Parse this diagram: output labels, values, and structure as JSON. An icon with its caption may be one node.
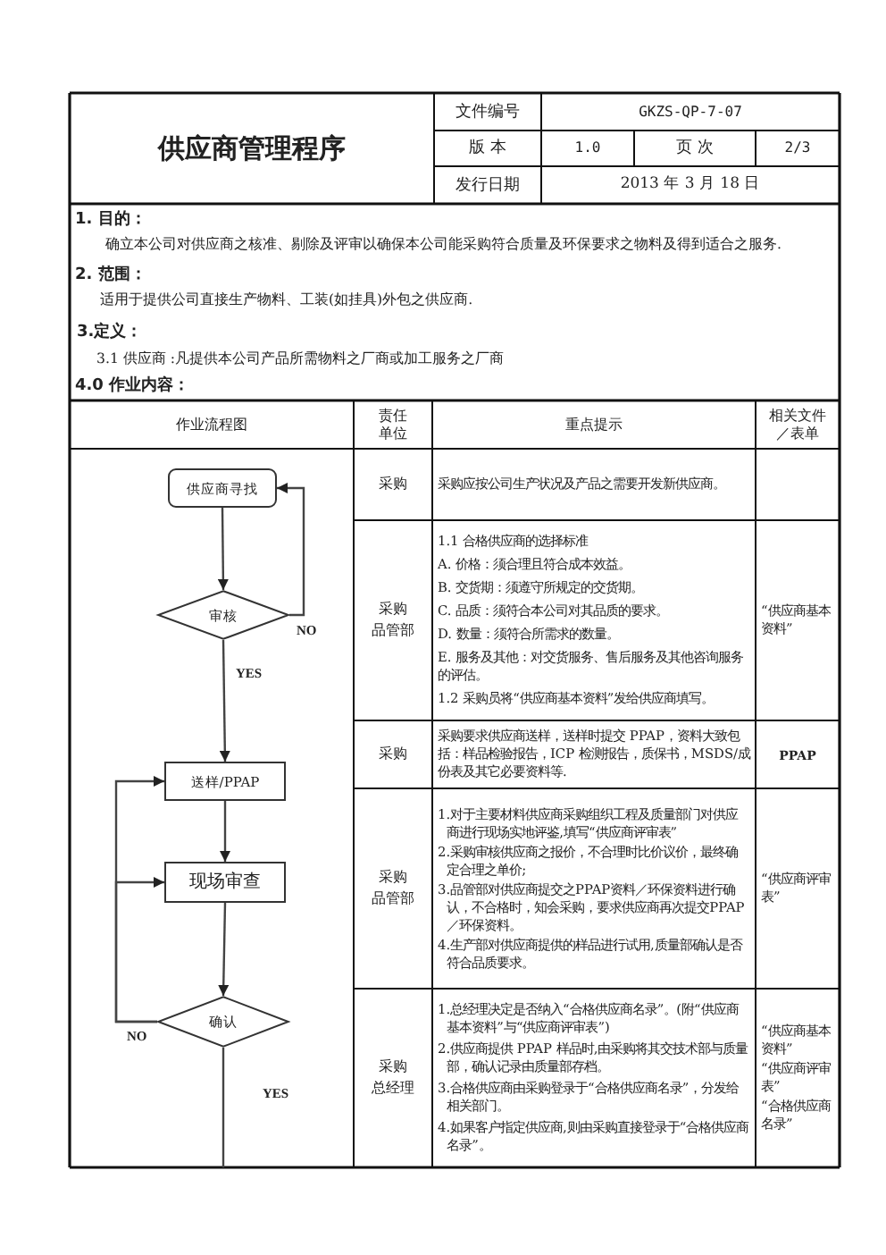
{
  "diagram": {
    "title": "供应商管理程序",
    "nodes": [
      {
        "text": [
          "供应商寻找"
        ]
      },
      {
        "text": [
          "审核"
        ]
      },
      {
        "text": [
          "送样/PPAP"
        ]
      },
      {
        "text": [
          "现场审查"
        ]
      },
      {
        "text": [
          "确认"
        ]
      }
    ],
    "edges": [
      {
        "from": 0,
        "to": 1,
        "arrow": "to"
      },
      {
        "from": 1,
        "to": 0,
        "arrow": "to",
        "label": "NO"
      },
      {
        "from": 1,
        "to": 2,
        "arrow": "to",
        "label": "YES"
      },
      {
        "from": 2,
        "to": 3,
        "arrow": "to"
      },
      {
        "from": 3,
        "to": 4,
        "arrow": "to"
      },
      {
        "from": 4,
        "to": 3,
        "arrow": "to",
        "label": "NO"
      },
      {
        "from": 4,
        "to": 2,
        "arrow": "to"
      },
      {
        "from": 4,
        "to": null,
        "arrow": "none",
        "label": "YES"
      }
    ],
    "labels": [
      "文件编号",
      "GKZS-QP-7-07",
      "版 本",
      "1.0",
      "页 次",
      "2/3",
      "发行日期",
      "2013 年 3 月 18 日",
      "1. 目的：",
      "确立本公司对供应商之核准、剔除及评审以确保本公司能采购符合质量及环保要求之物料及得到适合之服务.",
      "2. 范围：",
      "适用于提供公司直接生产物料、工装(如挂具)外包之供应商.",
      "3.定义：",
      "3.1 供应商 :凡提供本公司产品所需物料之厂商或加工服务之厂商",
      "4.0 作业内容：",
      "作业流程图",
      "责任单位",
      "重点提示",
      "相关文件／表单",
      "采购",
      "采购应按公司生产状况及产品之需要开发新供应商。",
      "采购",
      "品管部",
      "1.1 合格供应商的选择标准",
      "A. 价格：须合理且符合成本效益。",
      "B. 交货期：须遵守所规定的交货期。",
      "C. 品质：须符合本公司对其品质的要求。",
      "D. 数量：须符合所需求的数量。",
      "E. 服务及其他：对交货服务、售后服务及其他咨询服务的评估。",
      "1.2 采购员将“供应商基本资料”发给供应商填写。",
      "“供应商基本资料”",
      "采购",
      "采购要求供应商送样，送样时提交 PPAP，资料大致包括：样品检验报告，ICP 检测报告，质保书，MSDS/成份表及其它必要资料等.",
      "PPAP",
      "采购",
      "品管部",
      "1.对于主要材料供应商采购组织工程及质量部门对供应商进行现场实地评鉴,填写“供应商评审表”",
      "2.采购审核供应商之报价，不合理时比价议价，最终确定合理之单价;",
      "3.品管部对供应商提交之PPAP资料／环保资料进行确认，不合格时，知会采购，要求供应商再次提交PPAP／环保资料。",
      "4.生产部对供应商提供的样品进行试用,质量部确认是否符合品质要求。",
      "“供应商评审表”",
      "采购",
      "总经理",
      "1.总经理决定是否纳入“合格供应商名录”。(附“供应商基本资料”与“供应商评审表”)",
      "2.供应商提供 PPAP 样品时,由采购将其交技术部与质量部，确认记录由质量部存档。",
      "3.合格供应商由采购登录于“合格供应商名录”，分发给相关部门。",
      "4.如果客户指定供应商,则由采购直接登录于“合格供应商名录”。",
      "“供应商基本资料”",
      "“供应商评审表”",
      "“合格供应商名录”"
    ]
  }
}
